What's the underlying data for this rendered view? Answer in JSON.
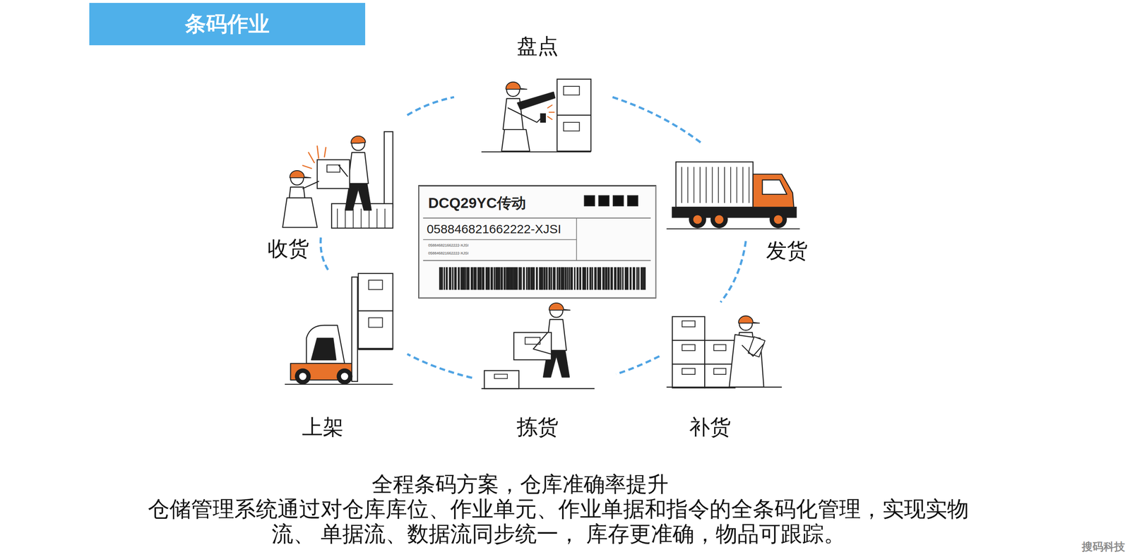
{
  "diagram": {
    "title": "条码作业",
    "caption": "全程条码方案，仓库准确率提升",
    "nodes": [
      {
        "text": [
          "DCQ29YC传动",
          "058846821662222-XJSI",
          "058846821662222-XJSI",
          "058846821662222-XJSI"
        ]
      }
    ],
    "labels": [
      "盘点",
      "收货",
      "发货",
      "上架",
      "拣货",
      "补货",
      "仓储管理系统通过对仓库库位、作业单元、作业单据和指令的全条码化管理，实现实物流、 单据流、数据流同步统一， 库存更准确，物品可跟踪。",
      "搜码科技"
    ]
  }
}
